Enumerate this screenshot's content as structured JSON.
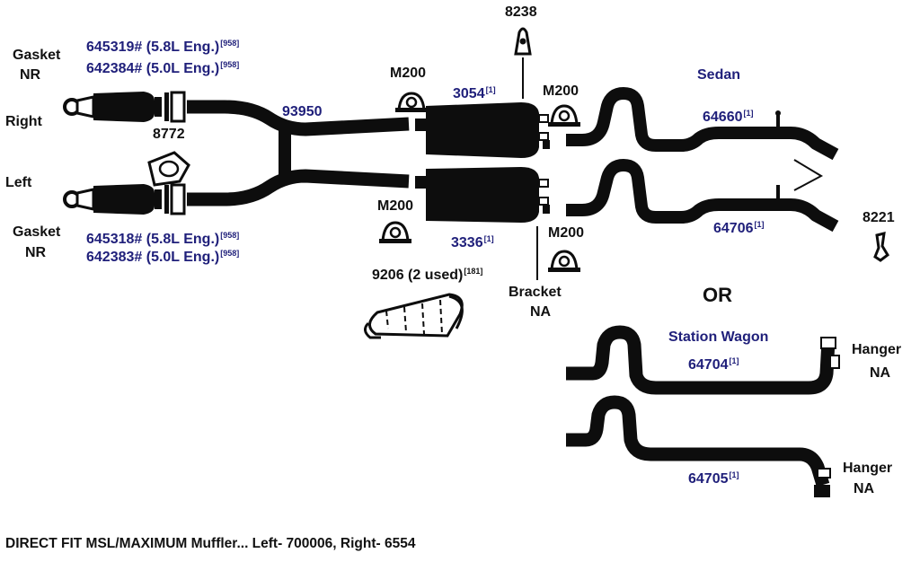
{
  "labels": {
    "gasket_top": "Gasket",
    "gasket_top_nr": "NR",
    "part_645319": "645319# (5.8L Eng.)",
    "part_645319_ref": "[958]",
    "part_642384": "642384# (5.0L Eng.)",
    "part_642384_ref": "[958]",
    "right": "Right",
    "left": "Left",
    "part_93950": "93950",
    "part_8772": "8772",
    "gasket_bottom": "Gasket",
    "gasket_bottom_nr": "NR",
    "part_645318": "645318# (5.8L Eng.)",
    "part_645318_ref": "[958]",
    "part_642383": "642383# (5.0L Eng.)",
    "part_642383_ref": "[958]",
    "part_8238": "8238",
    "m200_a": "M200",
    "part_3054": "3054",
    "part_3054_ref": "[1]",
    "m200_b": "M200",
    "m200_c": "M200",
    "part_3336": "3336",
    "part_3336_ref": "[1]",
    "m200_d": "M200",
    "part_9206": "9206 (2 used)",
    "part_9206_ref": "[181]",
    "bracket": "Bracket",
    "bracket_na": "NA",
    "sedan": "Sedan",
    "part_64660": "64660",
    "part_64660_ref": "[1]",
    "part_64706": "64706",
    "part_64706_ref": "[1]",
    "part_8221": "8221",
    "or": "OR",
    "station_wagon": "Station Wagon",
    "part_64704": "64704",
    "part_64704_ref": "[1]",
    "hanger_a": "Hanger",
    "hanger_a_na": "NA",
    "part_64705": "64705",
    "part_64705_ref": "[1]",
    "hanger_b": "Hanger",
    "hanger_b_na": "NA"
  },
  "caption": "DIRECT FIT MSL/MAXIMUM Muffler... Left- 700006, Right- 6554",
  "colors": {
    "line_art": "#0d0d0d",
    "part_number_text": "#1f1f7a",
    "label_text": "#111111"
  }
}
